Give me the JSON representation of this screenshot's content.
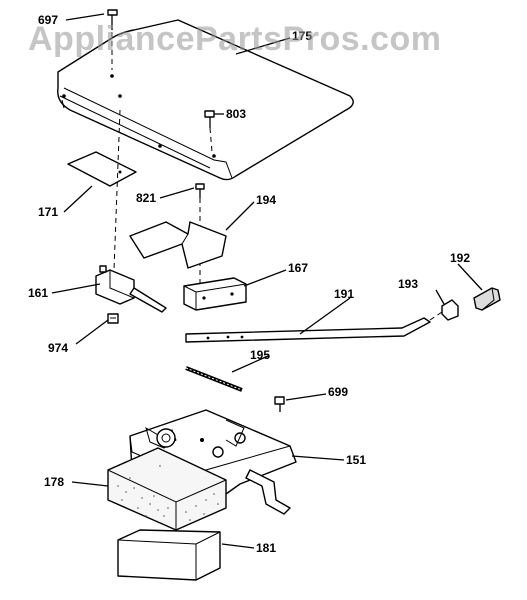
{
  "watermark": "AppliancePartsPros.com",
  "labels": {
    "p697": "697",
    "p175": "175",
    "p803": "803",
    "p171": "171",
    "p821": "821",
    "p194": "194",
    "p161": "161",
    "p167": "167",
    "p192": "192",
    "p193": "193",
    "p191": "191",
    "p974": "974",
    "p195": "195",
    "p699": "699",
    "p151": "151",
    "p178": "178",
    "p181": "181"
  }
}
